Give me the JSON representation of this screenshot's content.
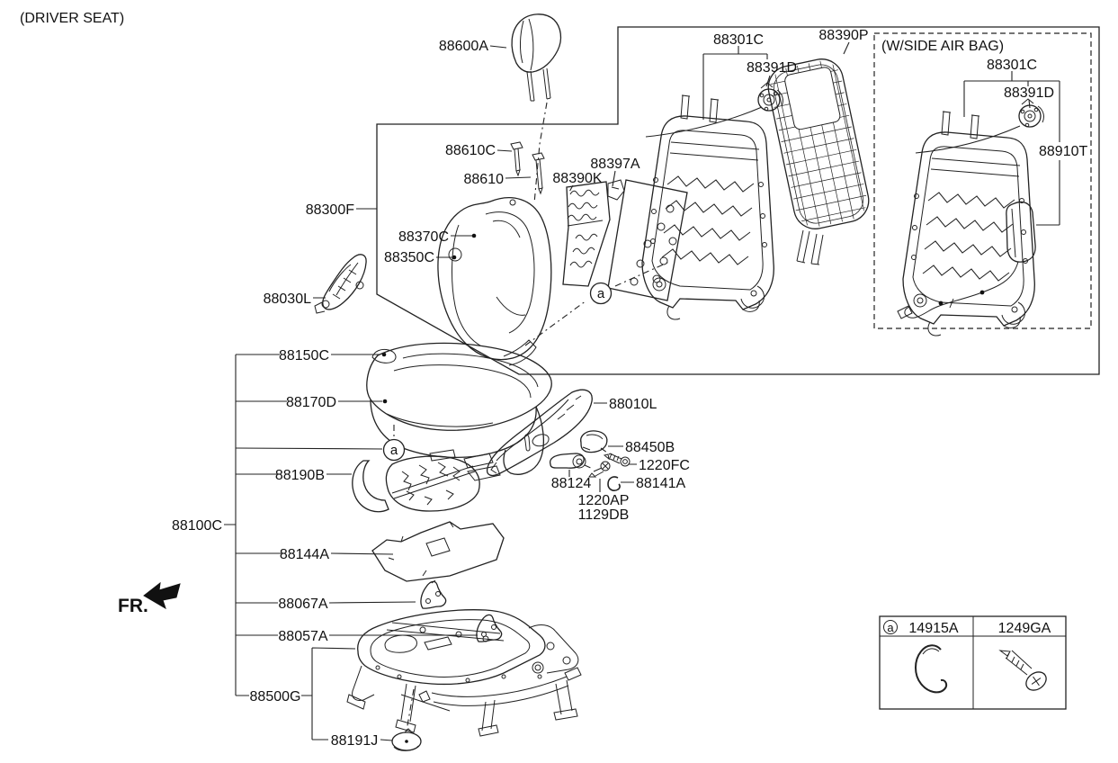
{
  "page": {
    "title": "(DRIVER SEAT)",
    "fr_label": "FR."
  },
  "airbag_section": {
    "title": "(W/SIDE AIR BAG)"
  },
  "ref_marker": "a",
  "labels": {
    "headrest": "88600A",
    "headrest_guide_lock": "88610C",
    "headrest_guide": "88610",
    "seatback_assy": "88300F",
    "seatback_pad": "88370C",
    "seatback_cover": "88350C",
    "seatback_side_cover": "88030L",
    "seatback_heater": "88390K",
    "seatback_board": "88397A",
    "seatback_frame": "88301C",
    "recliner_motor": "88391D",
    "seatback_panel": "88390P",
    "airbag_frame": "88301C",
    "airbag_recliner_motor": "88391D",
    "side_airbag": "88910T",
    "cushion_trim": "88150C",
    "cushion_cover": "88170D",
    "cushion_suspension": "88190B",
    "cushion_assy": "88100C",
    "cushion_pad": "88144A",
    "bracket_inner": "88067A",
    "bracket_outer": "88057A",
    "track_assy": "88500G",
    "track_cap": "88191J",
    "side_shield": "88010L",
    "tilt_knob": "88450B",
    "bolt_fc": "1220FC",
    "height_lever": "88124",
    "washer": "88141A",
    "bolt_ap": "1220AP",
    "bolt_db": "1129DB"
  },
  "legend": {
    "ref": "a",
    "hog_ring": "14915A",
    "screw": "1249GA"
  }
}
